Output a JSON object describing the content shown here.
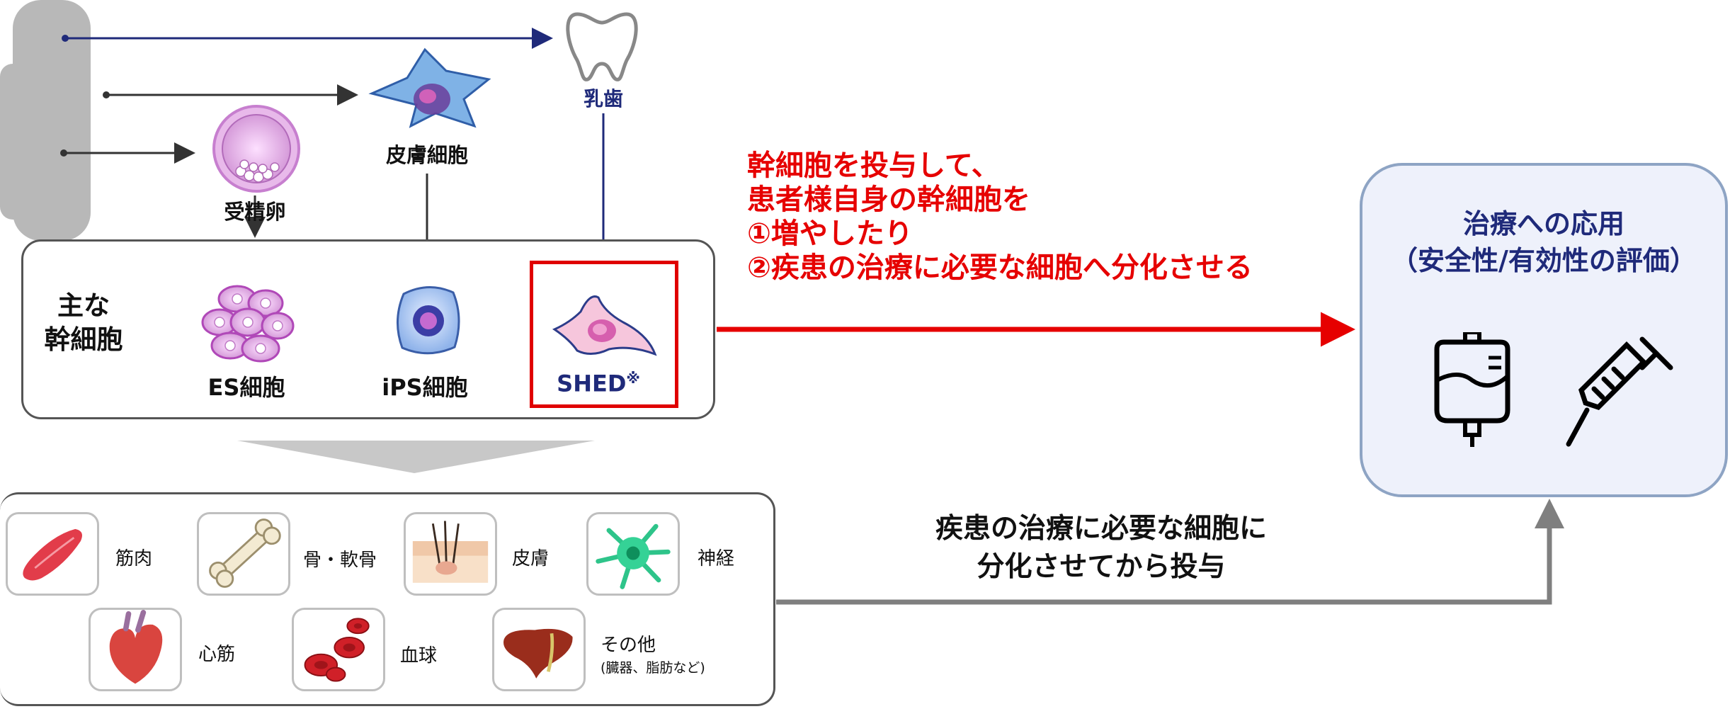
{
  "sources": {
    "tooth_label": "乳歯",
    "skin_cell_label": "皮膚細胞",
    "fertilized_egg_label": "受精卵"
  },
  "stem_cells": {
    "heading_line1": "主な",
    "heading_line2": "幹細胞",
    "es_label": "ES細胞",
    "ips_label": "iPS細胞",
    "shed_label": "SHED",
    "shed_mark": "※"
  },
  "red_note": {
    "line1": "幹細胞を投与して、",
    "line2": "患者様自身の幹細胞を",
    "line3": "①増やしたり",
    "line4": "②疾患の治療に必要な細胞へ分化させる"
  },
  "application": {
    "title_line1": "治療への応用",
    "title_line2": "（安全性/有効性の評価）",
    "icons": [
      "iv-bag-icon",
      "syringe-icon"
    ]
  },
  "differentiated": {
    "note_line1": "疾患の治療に必要な細胞に",
    "note_line2": "分化させてから投与",
    "cells": [
      {
        "label": "筋肉"
      },
      {
        "label": "骨・軟骨"
      },
      {
        "label": "皮膚"
      },
      {
        "label": "神経"
      },
      {
        "label": "心筋"
      },
      {
        "label": "血球"
      },
      {
        "label": "その他",
        "sub": "(臓器、脂肪など)"
      }
    ]
  },
  "colors": {
    "navy": "#1f2a7a",
    "red": "#e60000",
    "gray_arrow": "#7f7f7f",
    "apply_bg": "#eef1fb",
    "apply_border": "#8ea4c4"
  }
}
